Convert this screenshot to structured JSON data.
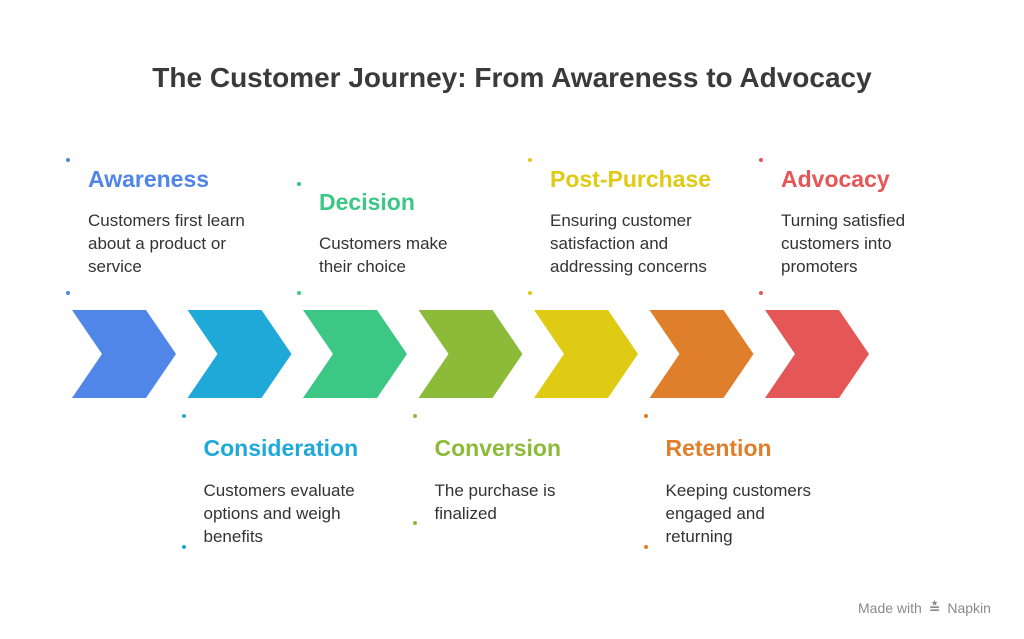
{
  "title": "The Customer Journey: From Awareness to Advocacy",
  "stages": [
    {
      "name": "Awareness",
      "description": "Customers first learn\nabout a product or\nservice",
      "color": "#4f86e8"
    },
    {
      "name": "Consideration",
      "description": "Customers evaluate\noptions and weigh\nbenefits",
      "color": "#1ea9d9"
    },
    {
      "name": "Decision",
      "description": "Customers make\ntheir choice",
      "color": "#3cc785"
    },
    {
      "name": "Conversion",
      "description": "The purchase is\nfinalized",
      "color": "#8cbb3a"
    },
    {
      "name": "Post-Purchase",
      "description": "Ensuring customer\nsatisfaction and\naddressing concerns",
      "color": "#dfcb14"
    },
    {
      "name": "Retention",
      "description": "Keeping customers\nengaged and\nreturning",
      "color": "#e07f2b"
    },
    {
      "name": "Advocacy",
      "description": "Turning satisfied\ncustomers into\npromoters",
      "color": "#e55656"
    }
  ],
  "footer": {
    "prefix": "Made with",
    "brand": "Napkin",
    "brand_icon": "napkin-logo-icon"
  }
}
